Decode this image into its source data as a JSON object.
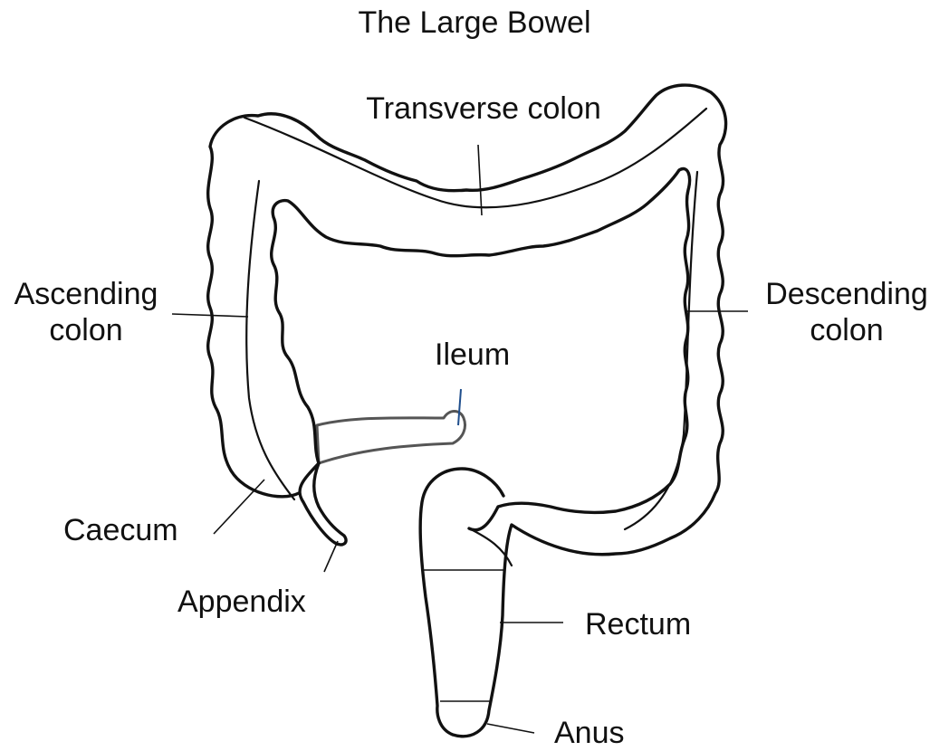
{
  "diagram": {
    "title": "The Large Bowel",
    "labels": {
      "transverse": "Transverse colon",
      "ascending_line1": "Ascending",
      "ascending_line2": "colon",
      "descending_line1": "Descending",
      "descending_line2": "colon",
      "ileum": "Ileum",
      "caecum": "Caecum",
      "appendix": "Appendix",
      "rectum": "Rectum",
      "anus": "Anus"
    },
    "colors": {
      "outline": "#111111",
      "ileum_pointer": "#1f4e8c"
    }
  }
}
